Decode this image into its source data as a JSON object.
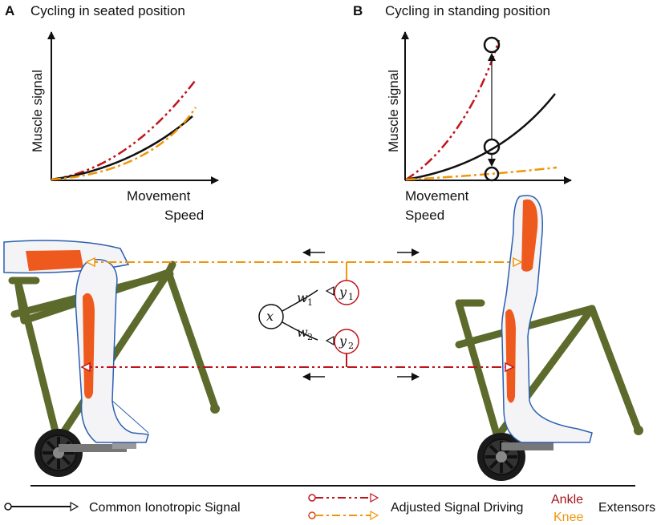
{
  "colors": {
    "ankle": "#c0141b",
    "knee": "#f0960a",
    "common": "#111111",
    "muscle": "#ee5a1e",
    "frame": "#5c6b2c",
    "leg_outline": "#2a5fb0"
  },
  "panel_a": {
    "letter": "A",
    "title": "Cycling in seated position",
    "ylabel": "Muscle signal",
    "xlabel_line1": "Movement",
    "xlabel_line2": "Speed"
  },
  "panel_b": {
    "letter": "B",
    "title": "Cycling in standing position",
    "ylabel": "Muscle signal",
    "xlabel_line1": "Movement",
    "xlabel_line2": "Speed"
  },
  "network": {
    "input_node": "x",
    "weight_1": "w",
    "weight_1_sub": "1",
    "weight_2": "w",
    "weight_2_sub": "2",
    "output_1": "y",
    "output_1_sub": "1",
    "output_2": "y",
    "output_2_sub": "2"
  },
  "legend": {
    "common_signal": "Common Ionotropic Signal",
    "adjusted_signal": "Adjusted Signal Driving",
    "ankle": "Ankle",
    "knee": "Knee",
    "extensors": "Extensors"
  },
  "icons": {
    "arrows": "double-headed-left-right-arrows",
    "bike": "bicycle-frame-icon",
    "wheel": "crank-wheel-icon"
  }
}
